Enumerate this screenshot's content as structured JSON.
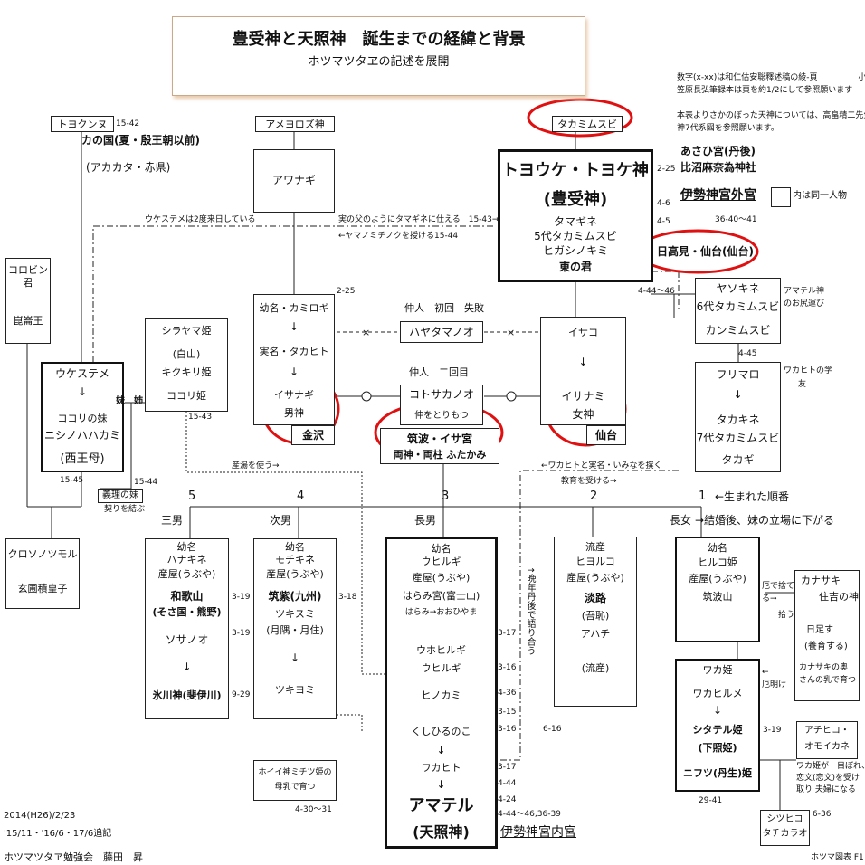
{
  "title": {
    "main": "豊受神と天照神　誕生までの経緯と背景",
    "sub": "ホツマツタヱの記述を展開"
  },
  "notes": {
    "line1": "数字(x‐xx)は和仁估安聡釋述稿の綾‐頁　　　　　小",
    "line2": "笠原長弘筆録本は頁を約1/2にして参照願います",
    "line3": "本表よりさかのぼった天神については、高畠精二先生の天",
    "line4": "神7代系図を参照願います。"
  },
  "legend": {
    "label": "内は同一人物"
  },
  "toyouke": {
    "header": "タカミムスビ",
    "name": "トヨウケ・トヨケ神",
    "alias": "(豊受神)",
    "l1": "タマギネ",
    "l2": "5代タカミムスビ",
    "l3": "ヒガシノキミ",
    "l4": "東の君",
    "ref": "2-25",
    "place1": "あさひ宮(丹後)",
    "place2": "比沼麻奈為神社",
    "shrine": "伊勢神宮外宮",
    "ref46": "4-6",
    "ref45": "4-5",
    "ref36": "36-40～41",
    "hidaka": "日高見・仙台(仙台)"
  },
  "ameyorozu": {
    "header": "アメヨロズ神",
    "name": "アワナギ"
  },
  "tokoguni": {
    "header": "トヨクンヌ",
    "ref": "15-42",
    "l1": "カの国(夏・殷王朝以前)",
    "l2": "(アカカタ・赤県)"
  },
  "ukesu_note": "ウケステメは2度来日している",
  "father_note1": "実の父のようにタマギネに仕える　15-43→",
  "father_note2": "←ヤマノミチノクを授ける15‐44",
  "korobin": {
    "l1": "コロビン",
    "l2": "君",
    "l3": "崑崙王"
  },
  "ukesteme": {
    "name": "ウケステメ",
    "arrow": "↓",
    "l1": "ココリの妹",
    "l2": "ニシノハハカミ",
    "l3": "(西王母)",
    "ref": "15-45"
  },
  "sisters": {
    "a": "妹",
    "b": "姉"
  },
  "shirayama": {
    "name": "シラヤマ姫",
    "l1": "(白山)",
    "l2": "キクキリ姫",
    "l3": "ココリ姫",
    "ref": "15-43"
  },
  "giri": {
    "label": "義理の妹",
    "note": "契りを結ぶ",
    "ref": "15-44"
  },
  "kuronoko": {
    "l1": "クロソノツモル",
    "l2": "玄圃積皇子"
  },
  "izanagi": {
    "ref": "2-25",
    "l1": "幼名・カミロギ",
    "a1": "↓",
    "l2": "実名・タカヒト",
    "a2": "↓",
    "l3": "イサナギ",
    "l4": "男神",
    "place": "金沢"
  },
  "izanami": {
    "l1": "イサコ",
    "a1": "↓",
    "l2": "イサナミ",
    "l3": "女神",
    "place": "仙台"
  },
  "nakodo1": {
    "label": "仲人　初回　失敗",
    "name": "ハヤタマノオ"
  },
  "nakodo2": {
    "label": "仲人　二回目",
    "name": "コトサカノオ",
    "sub": "仲をとりもつ"
  },
  "tsukuba": {
    "l1": "筑波・イサ宮",
    "l2": "両神・両柱 ふたかみ"
  },
  "yasokine": {
    "ref": "4-44～46",
    "l1": "ヤソキネ",
    "l2": "6代タカミムスビ",
    "l3": "カンミムスビ",
    "note1": "アマテル神",
    "note2": "のお尻運び",
    "ref2": "4-45"
  },
  "furimaro": {
    "l1": "フリマロ",
    "a1": "↓",
    "l2": "タカキネ",
    "l3": "7代タカミムスビ",
    "l4": "タカギ",
    "note1": "ワカヒトの学",
    "note2": "友"
  },
  "ubuyu_note": "産湯を使う→",
  "wakahito_note": "←ワカヒトと実名・いみなを撰く",
  "kyoiku_note": "教育を受ける→",
  "birth_order": {
    "n1": "1",
    "n2": "2",
    "n3": "3",
    "n4": "4",
    "n5": "5",
    "label": "←生まれた順番"
  },
  "ranks": {
    "r5": "三男",
    "r4": "次男",
    "r3": "長男",
    "r1": "長女",
    "r1note": "→結婚後、妹の立場に下がる"
  },
  "hanakine": {
    "l0": "幼名",
    "l1": "ハナキネ",
    "l2": "産屋(うぶや)",
    "l3": "和歌山",
    "l4": "(そさ国・熊野)",
    "l5": "ソサノオ",
    "a1": "↓",
    "l6": "氷川神(斐伊川)",
    "r1": "3-19",
    "r2": "3-19",
    "r3": "9-29"
  },
  "mochikine": {
    "l0": "幼名",
    "l1": "モチキネ",
    "l2": "産屋(うぶや)",
    "l3": "筑紫(九州)",
    "l4": "ツキスミ",
    "l5": "(月隅・月住)",
    "a1": "↓",
    "l6": "ツキヨミ",
    "r1": "3-18"
  },
  "amateru": {
    "l0": "幼名",
    "l1": "ウヒルギ",
    "l2": "産屋(うぶや)",
    "l3": "はらみ宮(富士山)",
    "l4": "はらみ→おおひやま",
    "l5": "ウホヒルギ",
    "l6": "ウヒルギ",
    "l7": "ヒノカミ",
    "l8": "くしひるのこ",
    "a1": "↓",
    "l9": "ワカヒト",
    "a2": "↓",
    "l10": "アマテル",
    "l11": "(天照神)",
    "shrine": "伊勢神宮内宮",
    "refs": [
      "3-17",
      "3-16",
      "4-36",
      "3-15",
      "3-16",
      "3-17",
      "4-44",
      "4-24",
      "4-44～46,36-39"
    ],
    "ref616": "6-16",
    "vertical": "↑晩年丹後で語り合う"
  },
  "hiruko_f": {
    "l0": "流産",
    "l1": "ヒヨルコ",
    "l2": "産屋(うぶや)",
    "l3": "淡路",
    "l4": "(吾恥)",
    "l5": "アハチ",
    "l6": "(流産)"
  },
  "hiruko": {
    "l0": "幼名",
    "l1": "ヒルコ姫",
    "l2": "産屋(うぶや)",
    "l3": "筑波山"
  },
  "kanasaki": {
    "l1": "カナサキ",
    "l2": "住吉の神",
    "l3": "日足す",
    "l4": "(養育する)",
    "l5": "カナサキの奥",
    "l6": "さんの乳で育つ",
    "sute": "厄で捨て",
    "sute2": "る→",
    "hirou": "拾う",
    "yaku": "←",
    "yaku2": "厄明け"
  },
  "waka": {
    "l1": "ワカ姫",
    "l2": "ワカヒルメ",
    "a1": "↓",
    "l3": "シタテル姫",
    "l4": "(下照姫)",
    "l5": "ニフツ(丹生)姫",
    "ref": "3-19",
    "ref2": "29-41"
  },
  "achihiko": {
    "l1": "アチヒコ・",
    "l2": "オモイカネ",
    "n1": "ワカ姫が一目ぼれ、",
    "n2": "恋文(恋文)を受け",
    "n3": "取り 夫婦になる"
  },
  "shitsuhiko": {
    "l1": "シツヒコ",
    "l2": "タチカラオ",
    "ref": "6-36"
  },
  "hoi": {
    "l1": "ホイイ神ミチツ姫の",
    "l2": "母乳で育つ",
    "ref": "4-30～31"
  },
  "footer": {
    "l1": "2014(H26)/2/23",
    "l2": "'15/11・'16/6・17/6追記",
    "l3": "ホツマツタヱ勉強会　藤田　昇",
    "corner": "ホツマ図表 F1"
  },
  "colors": {
    "highlight": "#e01010",
    "line": "#222222",
    "shadow": "#e8c8a8"
  }
}
